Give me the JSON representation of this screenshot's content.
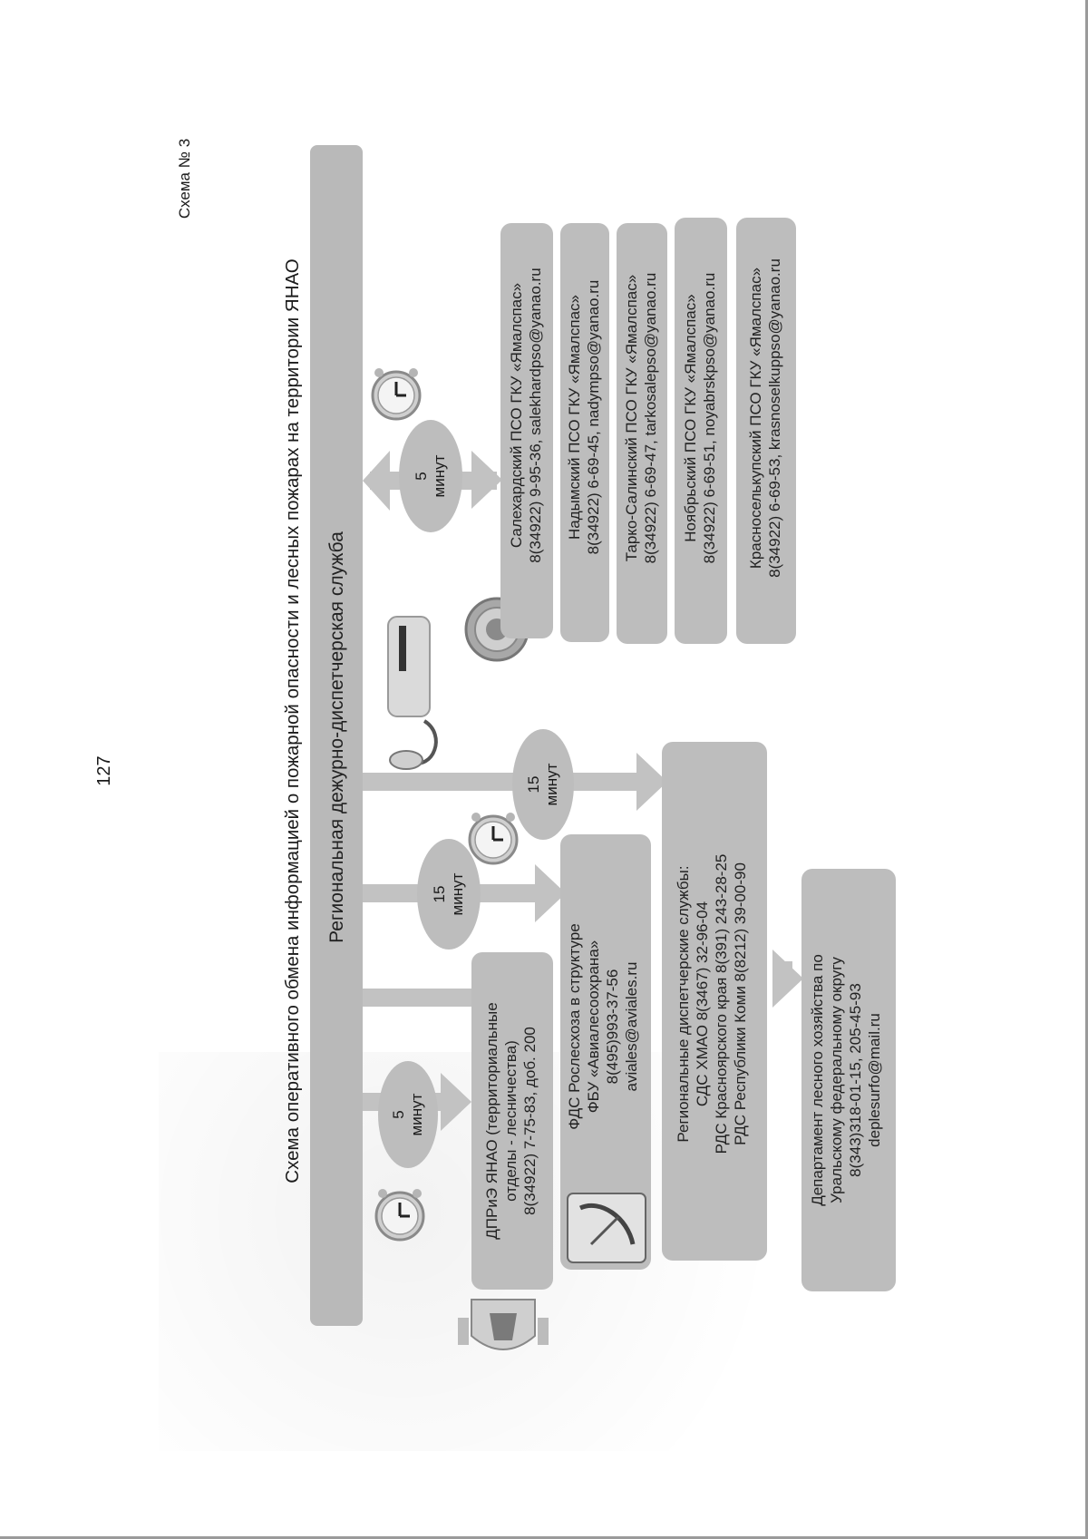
{
  "page_number": "127",
  "scheme_label": "Схема № 3",
  "title": "Схема оперативного обмена информацией о пожарной опасности и лесных пожарах на территории ЯНАО",
  "rdds": {
    "label": "Региональная дежурно-диспетчерская служба"
  },
  "timers": {
    "t1": {
      "value": "5",
      "unit": "минут"
    },
    "t2": {
      "value": "15",
      "unit": "минут"
    },
    "t3": {
      "value": "15",
      "unit": "минут"
    },
    "t4": {
      "value": "5",
      "unit": "минут"
    }
  },
  "boxes": {
    "dprie": {
      "line1": "ДПРиЭ ЯНАО (территориальные",
      "line2": "отделы - лесничества)",
      "line3": "8(34922) 7-75-83, доб. 200"
    },
    "fds": {
      "line1": "ФДС Рослесхоза в структуре",
      "line2": "ФБУ «Авиалесоохрана»",
      "line3": "8(495)993-37-56",
      "line4": "aviales@aviales.ru"
    },
    "regional": {
      "line1": "Региональные диспетчерские службы:",
      "line2": "СДС ХМАО 8(3467) 32-96-04",
      "line3": "РДС Красноярского края 8(391) 243-28-25",
      "line4": "РДС Республики Коми 8(8212) 39-00-90"
    },
    "dept": {
      "line1": "Департамент лесного хозяйства по",
      "line2": "Уральскому федеральному округу",
      "line3": "8(343)318-01-15, 205-45-93",
      "line4": "deplesurfo@mail.ru"
    }
  },
  "pso": [
    {
      "line1": "Салехардский ПСО ГКУ «Ямалспас»",
      "line2": "8(34922) 9-95-36, salekhardpso@yanao.ru"
    },
    {
      "line1": "Надымский ПСО ГКУ «Ямалспас»",
      "line2": "8(34922) 6-69-45, nadympso@yanao.ru"
    },
    {
      "line1": "Тарко-Салинский ПСО ГКУ «Ямалспас»",
      "line2": "8(34922) 6-69-47, tarkosalepso@yanao.ru"
    },
    {
      "line1": "Ноябрьский ПСО ГКУ «Ямалспас»",
      "line2": "8(34922) 6-69-51, noyabrskpso@yanao.ru"
    },
    {
      "line1": "Красноселькупский ПСО ГКУ «Ямалспас»",
      "line2": "8(34922) 6-69-53, krasnoselkuppso@yanao.ru"
    }
  ],
  "icons": [
    "clock-icon",
    "telephone-icon",
    "yamal-emblem-icon",
    "avialesookhrana-emblem-icon",
    "yamalspas-emblem-icon"
  ],
  "colors": {
    "box": "#bdbdbd",
    "bar": "#b9b9b9",
    "text": "#222222"
  }
}
